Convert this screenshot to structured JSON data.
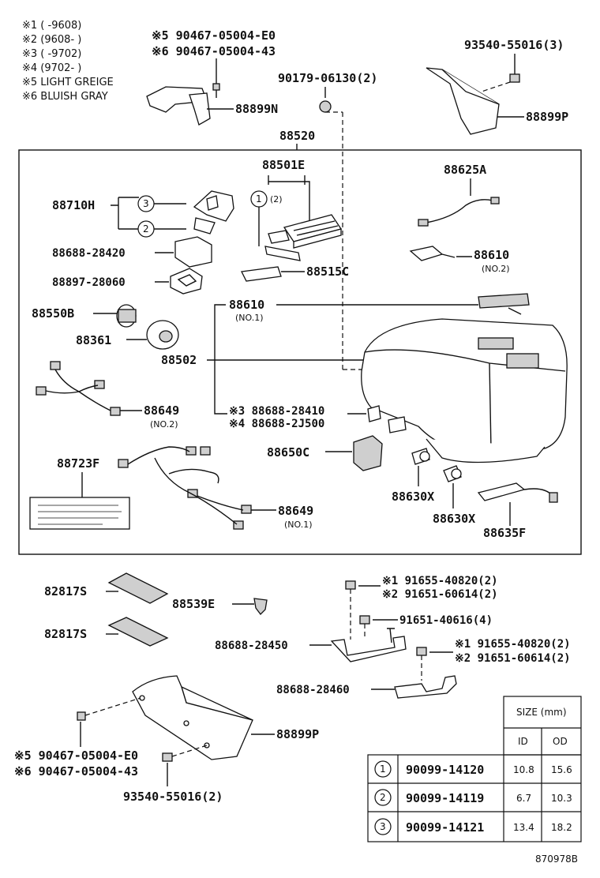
{
  "notes": [
    "※1 (     -9608)",
    "※2 (9608-      )",
    "※3 (     -9702)",
    "※4 (9702-      )",
    "※5 LIGHT GREIGE",
    "※6 BLUISH GRAY"
  ],
  "labels": {
    "c1": "※5 90467-05004-E0",
    "c2": "※6 90467-05004-43",
    "p88899N": "88899N",
    "p93540_top": "93540-55016(3)",
    "p90179": "90179-06130(2)",
    "p88899P_top": "88899P",
    "p88520": "88520",
    "p88501E": "88501E",
    "p88625A": "88625A",
    "p88710H": "88710H",
    "p88688_28420": "88688-28420",
    "p88897": "88897-28060",
    "p88515C": "88515C",
    "p88610_no2": "88610",
    "p88610_no2_sub": "(NO.2)",
    "p88610_no1": "88610",
    "p88610_no1_sub": "(NO.1)",
    "p88550B": "88550B",
    "p88361": "88361",
    "p88502": "88502",
    "p88649_no2": "88649",
    "p88649_no2_sub": "(NO.2)",
    "p28410": "※3 88688-28410",
    "p2J500": "※4 88688-2J500",
    "p88650C": "88650C",
    "p88723F": "88723F",
    "p88630X_a": "88630X",
    "p88630X_b": "88630X",
    "p88649_no1": "88649",
    "p88649_no1_sub": "(NO.1)",
    "p88635F": "88635F",
    "p82817S_a": "82817S",
    "p88539E": "88539E",
    "p82817S_b": "82817S",
    "p91655_a": "※1 91655-40820(2)",
    "p91651_a": "※2 91651-60614(2)",
    "p91651_40616": "91651-40616(4)",
    "p28450": "88688-28450",
    "p91655_b": "※1 91655-40820(2)",
    "p91651_b": "※2 91651-60614(2)",
    "p28460": "88688-28460",
    "p88899P_bot": "88899P",
    "b1": "※5 90467-05004-E0",
    "b2": "※6 90467-05004-43",
    "p93540_bot": "93540-55016(2)",
    "circle1": "1",
    "circle2": "2",
    "circle3": "3",
    "c1_small": "(2)",
    "doc_id": "870978B"
  },
  "size_table": {
    "header": "SIZE (mm)",
    "col_id": "ID",
    "col_od": "OD",
    "rows": [
      {
        "mark": "1",
        "part": "90099-14120",
        "id": "10.8",
        "od": "15.6"
      },
      {
        "mark": "2",
        "part": "90099-14119",
        "id": "6.7",
        "od": "10.3"
      },
      {
        "mark": "3",
        "part": "90099-14121",
        "id": "13.4",
        "od": "18.2"
      }
    ]
  }
}
